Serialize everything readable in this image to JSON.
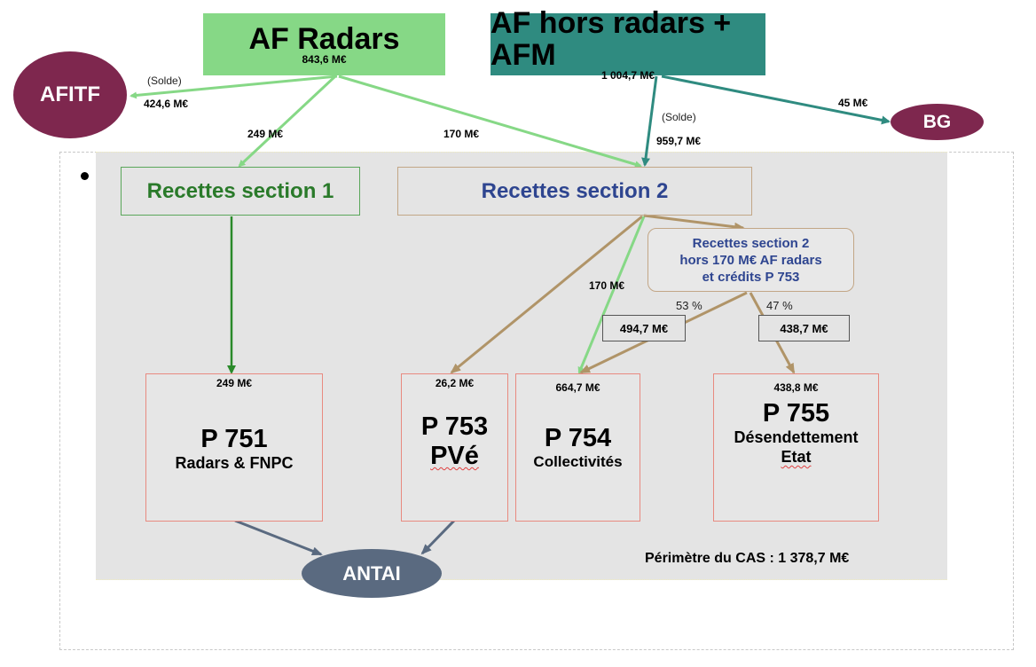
{
  "colors": {
    "af_radars": "#86d886",
    "af_hors_radars": "#2f8b80",
    "afitf_bg": "#7e274e",
    "antai": "#5a6a80",
    "section1_text": "#2a7a2a",
    "section2_text": "#2e4590",
    "programme_border": "#e88a80",
    "arrow_tan": "#b09468"
  },
  "sources": {
    "af_radars": {
      "title": "AF Radars",
      "amount": "843,6 M€"
    },
    "af_hors_radars": {
      "title": "AF hors radars + AFM",
      "amount": "1 004,7 M€"
    }
  },
  "destinations": {
    "afitf": "AFITF",
    "bg": "BG",
    "antai": "ANTAI"
  },
  "flows": {
    "radars_to_afitf": {
      "note": "(Solde)",
      "amount": "424,6 M€"
    },
    "radars_to_section1": {
      "amount": "249 M€"
    },
    "radars_to_section2": {
      "amount": "170 M€"
    },
    "hors_to_section2": {
      "note": "(Solde)",
      "amount": "959,7 M€"
    },
    "hors_to_bg": {
      "amount": "45 M€"
    },
    "section2_to_p754_direct": {
      "amount": "170 M€"
    }
  },
  "sections": {
    "section1": "Recettes section 1",
    "section2": "Recettes section 2",
    "section2_excl": {
      "line1": "Recettes section 2",
      "line2": "hors 170 M€ AF radars",
      "line3": "et crédits P 753"
    }
  },
  "splits": {
    "left": {
      "percent": "53 %",
      "amount": "494,7 M€"
    },
    "right": {
      "percent": "47 %",
      "amount": "438,7 M€"
    }
  },
  "programmes": [
    {
      "amount": "249 M€",
      "code": "P 751",
      "name": "Radars & FNPC"
    },
    {
      "amount": "26,2 M€",
      "code": "P 753",
      "name": "PVé"
    },
    {
      "amount": "664,7 M€",
      "code": "P 754",
      "name": "Collectivités"
    },
    {
      "amount": "438,8 M€",
      "code": "P 755",
      "name_line1": "Désendettement",
      "name_line2": "Etat"
    }
  ],
  "perimetre": "Périmètre du CAS : 1 378,7 M€"
}
